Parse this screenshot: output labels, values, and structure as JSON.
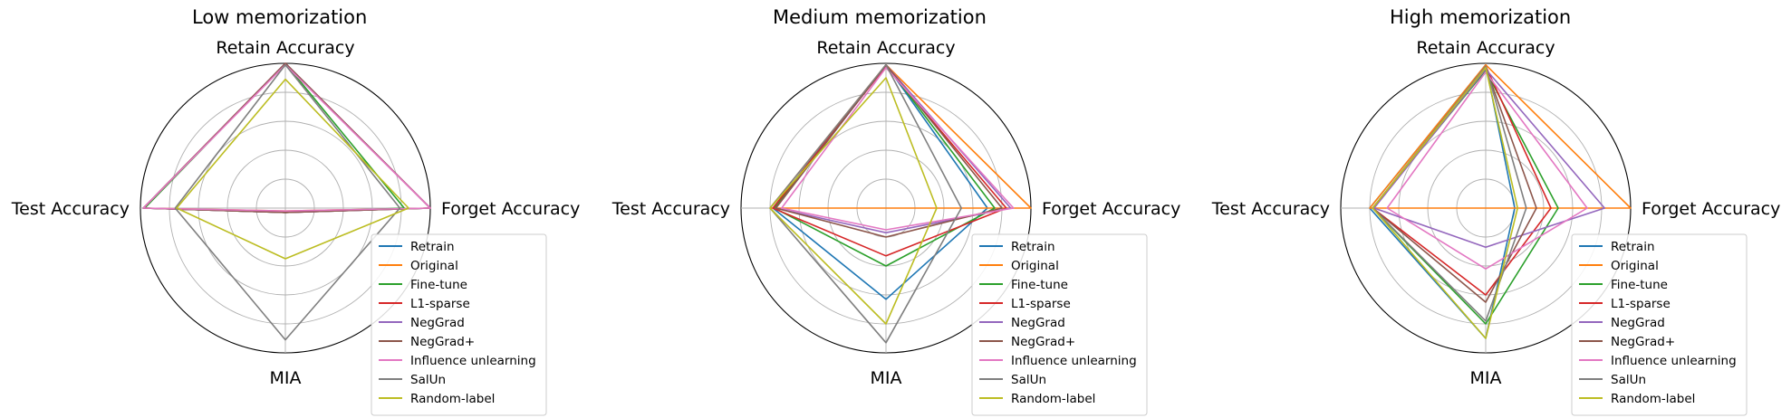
{
  "legend_labels": [
    "Retrain",
    "Original",
    "Fine-tune",
    "L1-sparse",
    "NegGrad",
    "NegGrad+",
    "Influence unlearning",
    "SalUn",
    "Random-label"
  ],
  "colors": [
    "#1f77b4",
    "#ff7f0e",
    "#2ca02c",
    "#d62728",
    "#9467bd",
    "#8c564b",
    "#e377c2",
    "#7f7f7f",
    "#bcbd22"
  ],
  "chart_data": [
    {
      "type": "radar",
      "title": "Low memorization",
      "axes": [
        "Retain Accuracy",
        "Forget Accuracy",
        "MIA",
        "Test Accuracy"
      ],
      "rmax": 1.0,
      "grid_rings": [
        0.2,
        0.4,
        0.6,
        0.8
      ],
      "legend_position": "lower-right",
      "series": [
        {
          "name": "Retrain",
          "values": [
            1.0,
            1.0,
            0.03,
            0.98
          ]
        },
        {
          "name": "Original",
          "values": [
            1.0,
            1.0,
            0.02,
            0.98
          ]
        },
        {
          "name": "Fine-tune",
          "values": [
            1.0,
            0.82,
            0.03,
            0.97
          ]
        },
        {
          "name": "L1-sparse",
          "values": [
            1.0,
            1.0,
            0.03,
            0.98
          ]
        },
        {
          "name": "NegGrad",
          "values": [
            1.0,
            1.0,
            0.03,
            0.98
          ]
        },
        {
          "name": "NegGrad+",
          "values": [
            1.0,
            1.0,
            0.03,
            0.98
          ]
        },
        {
          "name": "Influence unlearning",
          "values": [
            0.99,
            1.0,
            0.02,
            0.98
          ]
        },
        {
          "name": "SalUn",
          "values": [
            0.99,
            0.79,
            0.91,
            0.76
          ]
        },
        {
          "name": "Random-label",
          "values": [
            0.89,
            0.85,
            0.35,
            0.75
          ]
        }
      ]
    },
    {
      "type": "radar",
      "title": "Medium memorization",
      "axes": [
        "Retain Accuracy",
        "Forget Accuracy",
        "MIA",
        "Test Accuracy"
      ],
      "rmax": 1.0,
      "grid_rings": [
        0.2,
        0.4,
        0.6,
        0.8
      ],
      "legend_position": "lower-right",
      "series": [
        {
          "name": "Retrain",
          "values": [
            0.99,
            0.7,
            0.63,
            0.78
          ]
        },
        {
          "name": "Original",
          "values": [
            0.99,
            1.0,
            0.0,
            0.8
          ]
        },
        {
          "name": "Fine-tune",
          "values": [
            0.99,
            0.75,
            0.4,
            0.77
          ]
        },
        {
          "name": "L1-sparse",
          "values": [
            0.98,
            0.83,
            0.33,
            0.78
          ]
        },
        {
          "name": "NegGrad",
          "values": [
            0.99,
            0.86,
            0.17,
            0.76
          ]
        },
        {
          "name": "NegGrad+",
          "values": [
            0.99,
            0.8,
            0.2,
            0.76
          ]
        },
        {
          "name": "Influence unlearning",
          "values": [
            0.97,
            0.88,
            0.15,
            0.72
          ]
        },
        {
          "name": "SalUn",
          "values": [
            0.99,
            0.52,
            0.93,
            0.8
          ]
        },
        {
          "name": "Random-label",
          "values": [
            0.9,
            0.35,
            0.8,
            0.8
          ]
        }
      ]
    },
    {
      "type": "radar",
      "title": "High memorization",
      "axes": [
        "Retain Accuracy",
        "Forget Accuracy",
        "MIA",
        "Test Accuracy"
      ],
      "rmax": 1.0,
      "grid_rings": [
        0.2,
        0.4,
        0.6,
        0.8
      ],
      "legend_position": "lower-right",
      "series": [
        {
          "name": "Retrain",
          "values": [
            0.99,
            0.2,
            0.9,
            0.8
          ]
        },
        {
          "name": "Original",
          "values": [
            0.99,
            1.0,
            0.0,
            0.8
          ]
        },
        {
          "name": "Fine-tune",
          "values": [
            0.95,
            0.5,
            0.8,
            0.78
          ]
        },
        {
          "name": "L1-sparse",
          "values": [
            0.98,
            0.45,
            0.6,
            0.78
          ]
        },
        {
          "name": "NegGrad",
          "values": [
            0.96,
            0.82,
            0.27,
            0.77
          ]
        },
        {
          "name": "NegGrad+",
          "values": [
            0.97,
            0.35,
            0.65,
            0.78
          ]
        },
        {
          "name": "Influence unlearning",
          "values": [
            0.94,
            0.7,
            0.42,
            0.68
          ]
        },
        {
          "name": "SalUn",
          "values": [
            0.98,
            0.28,
            0.78,
            0.78
          ]
        },
        {
          "name": "Random-label",
          "values": [
            0.97,
            0.22,
            0.9,
            0.78
          ]
        }
      ]
    }
  ]
}
